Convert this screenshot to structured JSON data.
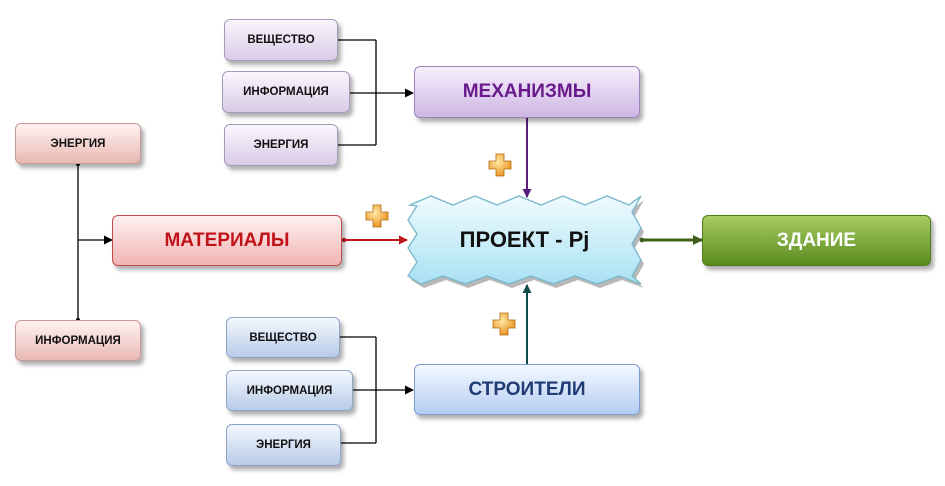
{
  "mechanisms": {
    "label": "МЕХАНИЗМЫ",
    "inputs": [
      "ВЕЩЕСТВО",
      "ИНФОРМАЦИЯ",
      "ЭНЕРГИЯ"
    ]
  },
  "materials": {
    "label": "МАТЕРИАЛЫ",
    "inputs": [
      "ЭНЕРГИЯ",
      "ИНФОРМАЦИЯ"
    ]
  },
  "builders": {
    "label": "СТРОИТЕЛИ",
    "inputs": [
      "ВЕЩЕСТВО",
      "ИНФОРМАЦИЯ",
      "ЭНЕРГИЯ"
    ]
  },
  "project": {
    "label": "ПРОЕКТ - Pj"
  },
  "building": {
    "label": "ЗДАНИЕ"
  },
  "colors": {
    "mechanisms_text": "#6a1a8c",
    "materials_text": "#c0141a",
    "builders_text": "#1f3b73",
    "building_fill": "#6f9d2c",
    "project_fill": "#c6ecf8",
    "plus_icon": "#f0a020"
  }
}
